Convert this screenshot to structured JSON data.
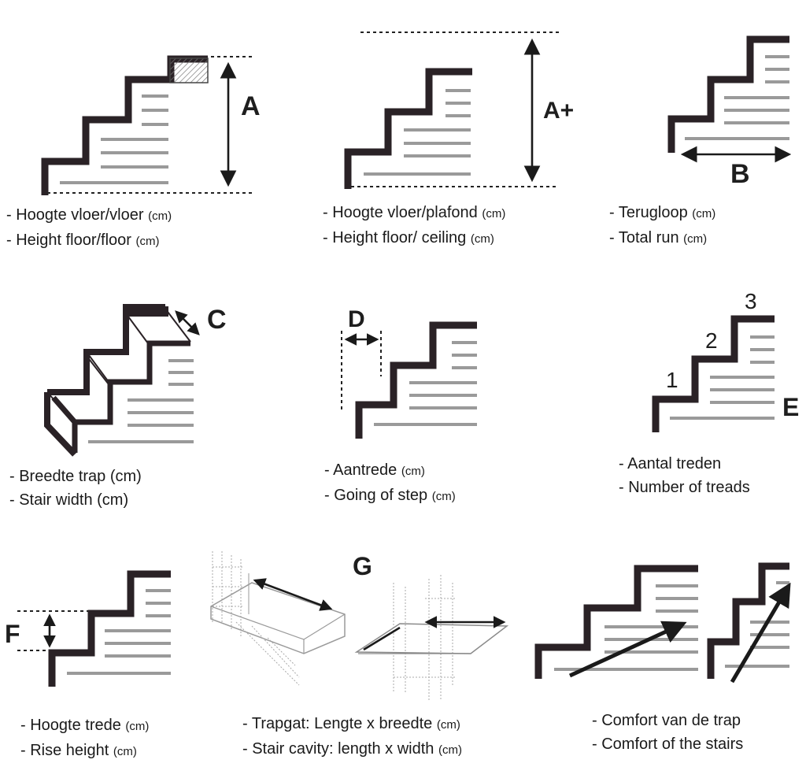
{
  "labels": {
    "a": "A",
    "a_plus": "A+",
    "b": "B",
    "c": "C",
    "d": "D",
    "e": "E",
    "f": "F",
    "g": "G",
    "tread_1": "1",
    "tread_2": "2",
    "tread_3": "3"
  },
  "captions": {
    "floor_floor": {
      "line1": "- Hoogte vloer/vloer",
      "line1_unit": "(cm)",
      "line2": "- Height floor/floor",
      "line2_unit": "(cm)"
    },
    "floor_ceiling": {
      "line1": "- Hoogte vloer/plafond",
      "line1_unit": "(cm)",
      "line2": "- Height floor/ ceiling",
      "line2_unit": "(cm)"
    },
    "total_run": {
      "line1": "- Terugloop",
      "line1_unit": "(cm)",
      "line2": "- Total run",
      "line2_unit": "(cm)"
    },
    "stair_width": {
      "line1": "- Breedte trap (cm)",
      "line2": "- Stair width (cm)"
    },
    "going": {
      "line1": "- Aantrede",
      "line1_unit": "(cm)",
      "line2": "- Going of step",
      "line2_unit": "(cm)"
    },
    "treads": {
      "line1": "- Aantal treden",
      "line2": "- Number of treads"
    },
    "rise": {
      "line1": "- Hoogte trede",
      "line1_unit": "(cm)",
      "line2": "- Rise height",
      "line2_unit": "(cm)"
    },
    "cavity": {
      "line1": "- Trapgat: Lengte x breedte",
      "line1_unit": "(cm)",
      "line2": "- Stair cavity: length x width",
      "line2_unit": "(cm)"
    },
    "comfort": {
      "line1": "- Comfort van de trap",
      "line2": "- Comfort of the stairs"
    }
  },
  "colors": {
    "stair_outline": "#2a2226",
    "hatch": "#9a9a9a",
    "text": "#1a1a1a"
  }
}
